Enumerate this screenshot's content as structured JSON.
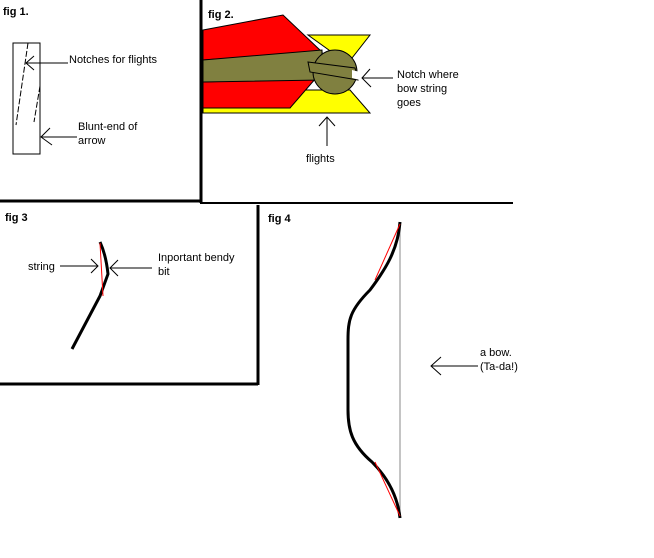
{
  "fig1": {
    "title": "fig 1.",
    "notches_label": "Notches for flights",
    "blunt_label_1": "Blunt-end of",
    "blunt_label_2": "arrow"
  },
  "fig2": {
    "title": "fig 2.",
    "notch_label_1": "Notch where",
    "notch_label_2": "bow string",
    "notch_label_3": "goes",
    "flights_label": "flights"
  },
  "fig3": {
    "title": "fig 3",
    "string_label": "string",
    "bendy_label_1": "Inportant bendy",
    "bendy_label_2": "bit"
  },
  "fig4": {
    "title": "fig 4",
    "bow_label_1": "a bow.",
    "bow_label_2": "(Ta-da!)"
  },
  "colors": {
    "red": "#ff0000",
    "yellow": "#ffff00",
    "olive": "#808040"
  }
}
